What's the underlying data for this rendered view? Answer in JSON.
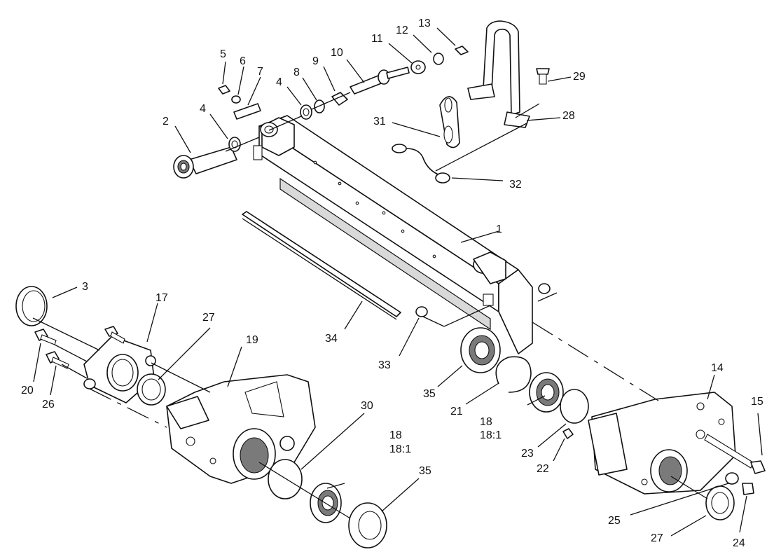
{
  "callouts": {
    "c1": "1",
    "c2": "2",
    "c3": "3",
    "c4a": "4",
    "c4b": "4",
    "c5": "5",
    "c6": "6",
    "c7": "7",
    "c8": "8",
    "c9": "9",
    "c10": "10",
    "c11": "11",
    "c12": "12",
    "c13": "13",
    "c14": "14",
    "c15": "15",
    "c17": "17",
    "c18a": "18",
    "c18a1": "18:1",
    "c18b": "18",
    "c18b1": "18:1",
    "c19": "19",
    "c20": "20",
    "c21": "21",
    "c22": "22",
    "c23": "23",
    "c24": "24",
    "c25": "25",
    "c26": "26",
    "c27a": "27",
    "c27b": "27",
    "c28": "28",
    "c29": "29",
    "c30": "30",
    "c31": "31",
    "c32": "32",
    "c33": "33",
    "c34": "34",
    "c35a": "35",
    "c35b": "35"
  }
}
